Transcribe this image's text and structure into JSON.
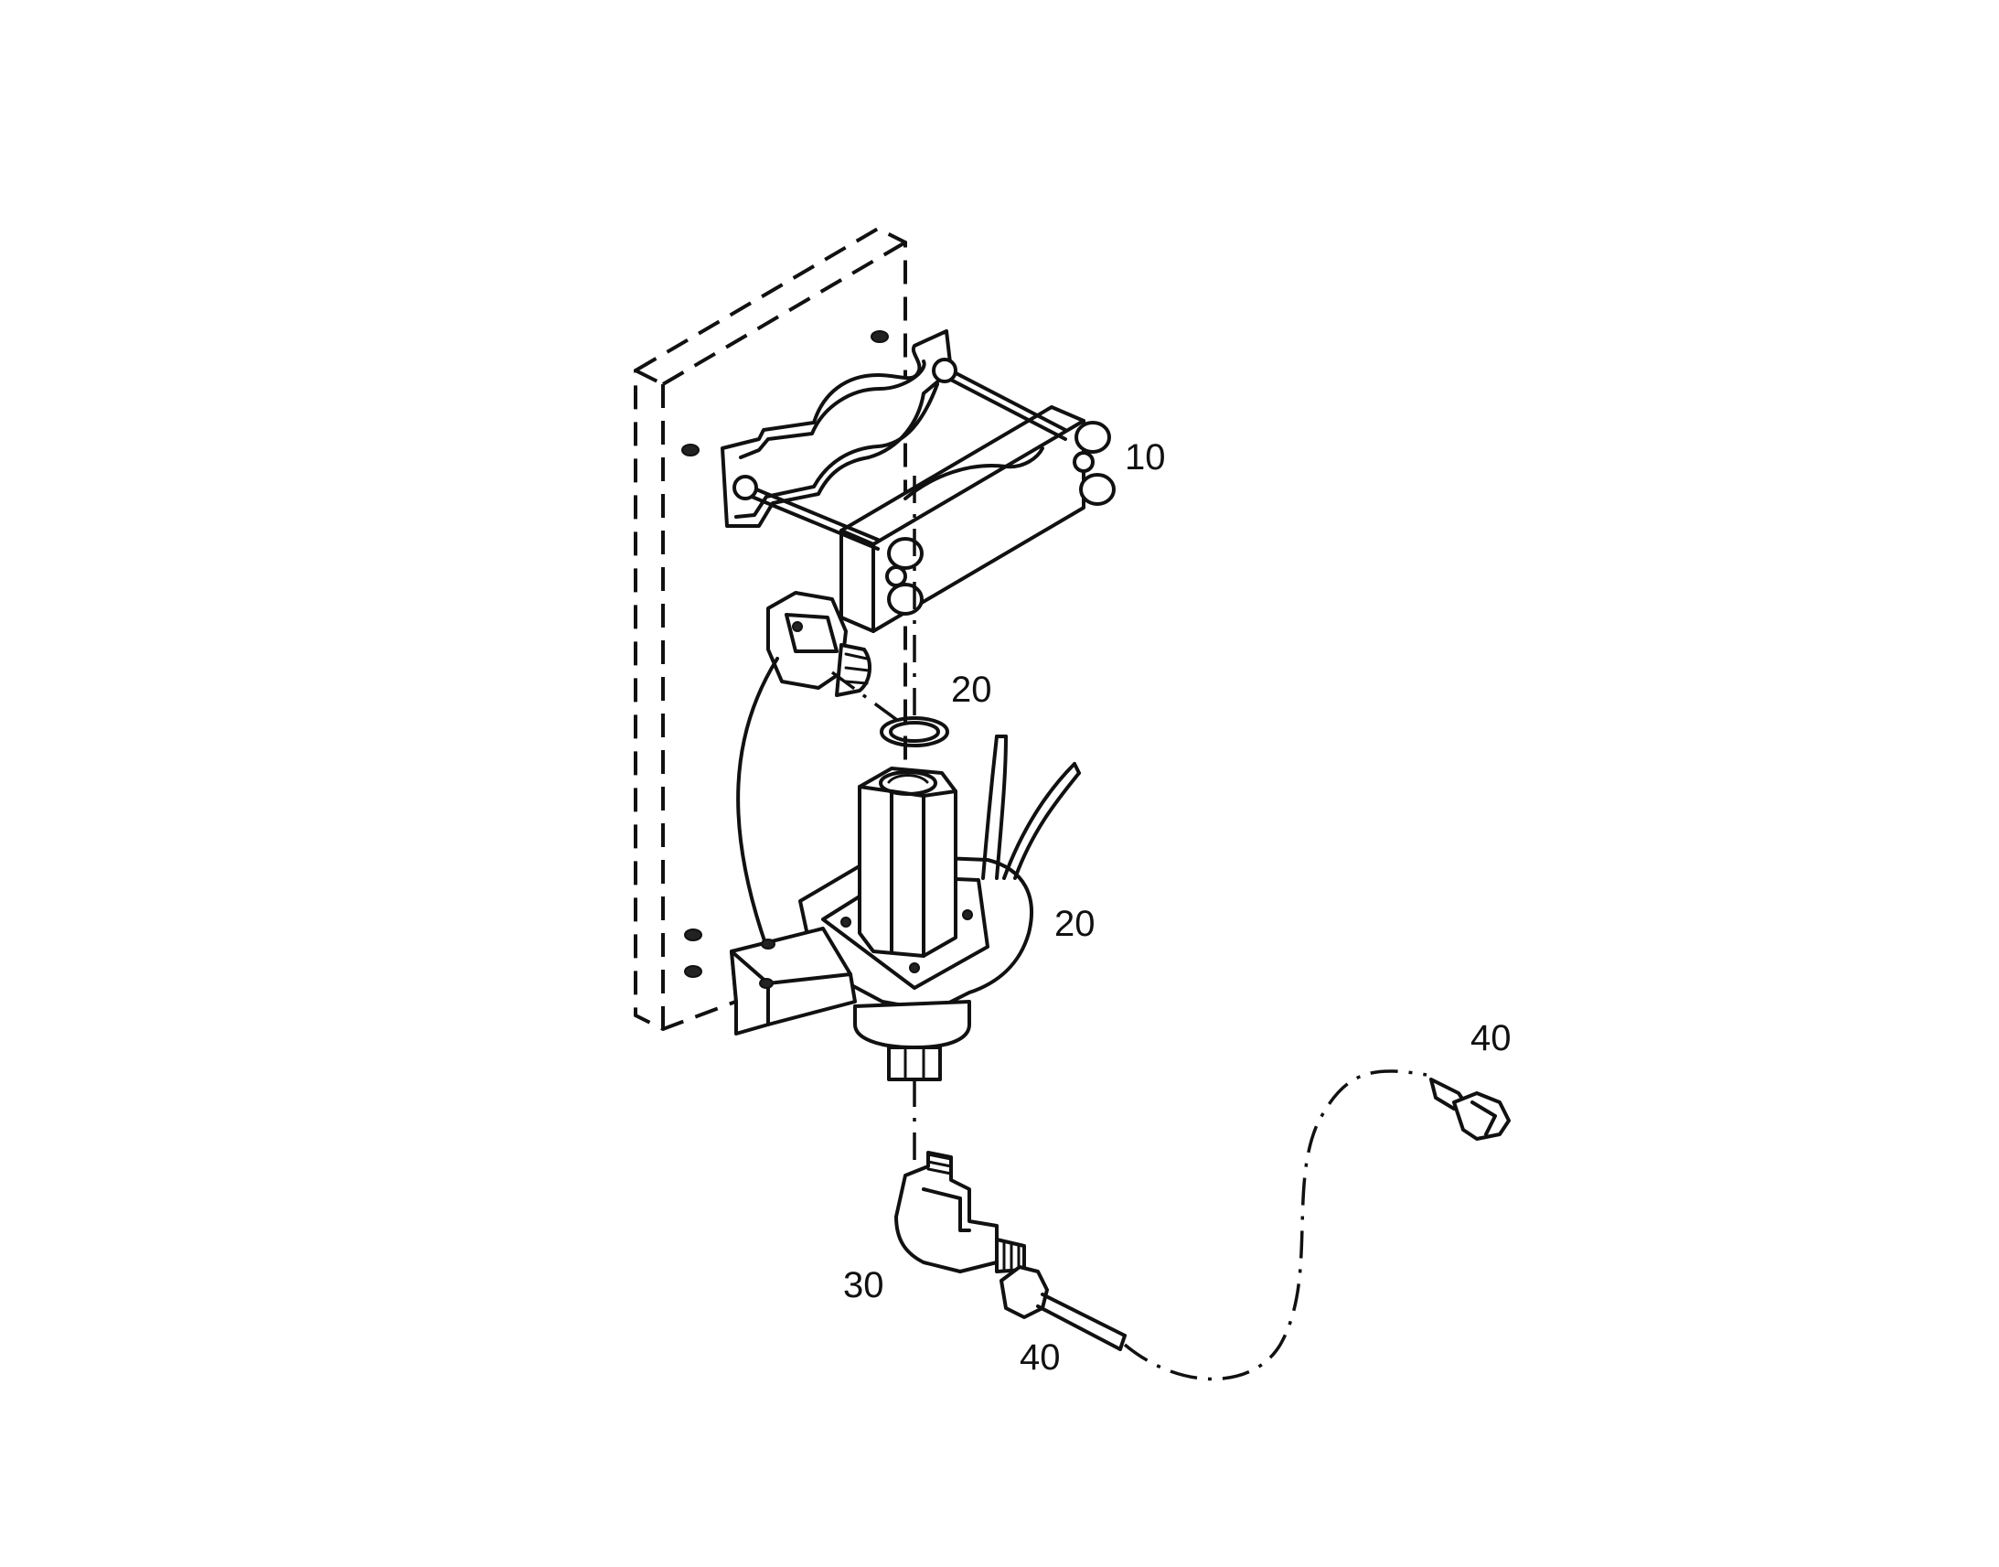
{
  "diagram": {
    "callouts": [
      {
        "id": "c10",
        "label": "10"
      },
      {
        "id": "c20a",
        "label": "20"
      },
      {
        "id": "c20b",
        "label": "20"
      },
      {
        "id": "c30",
        "label": "30"
      },
      {
        "id": "c40a",
        "label": "40"
      },
      {
        "id": "c40b",
        "label": "40"
      }
    ]
  }
}
